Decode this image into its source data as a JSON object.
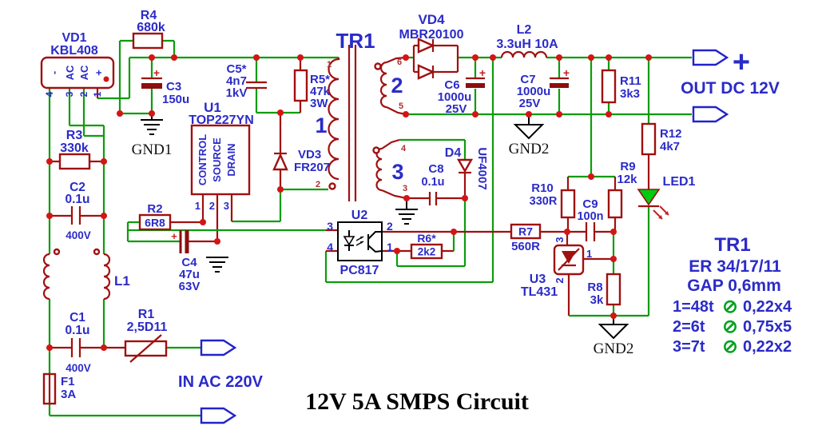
{
  "title": "12V 5A SMPS Circuit",
  "io": {
    "in": "IN AC 220V",
    "out": "OUT DC 12V",
    "out_polarity": "+"
  },
  "symbols": {
    "plus": "+"
  },
  "grounds": {
    "gnd1": "GND1",
    "gnd2_top": "GND2",
    "gnd2_bottom": "GND2"
  },
  "ics": {
    "u1": {
      "ref": "U1",
      "part": "TOP227YN",
      "pins": [
        "1",
        "2",
        "3"
      ],
      "pin_names": [
        "CONTROL",
        "SOURCE",
        "DRAIN"
      ]
    },
    "u2": {
      "ref": "U2",
      "part": "PC817",
      "pins": {
        "p3": "3",
        "p4": "4",
        "p2": "2",
        "p1": "1"
      }
    },
    "u3": {
      "ref": "U3",
      "part": "TL431",
      "pins": {
        "p3": "3",
        "p1": "1",
        "p2": "2"
      }
    },
    "vd1": {
      "ref": "VD1",
      "part": "KBL408",
      "pins": [
        "4",
        "3",
        "2",
        "1"
      ],
      "pin_names": [
        "-",
        "AC",
        "AC",
        "+"
      ]
    }
  },
  "transformer": {
    "ref": "TR1",
    "windings": {
      "w1": "1",
      "w2": "2",
      "w3": "3"
    },
    "pins": {
      "w1_top": "1",
      "w1_bot": "2",
      "w2_top": "6",
      "w2_bot": "5",
      "w3_top": "4",
      "w3_bot": "3"
    }
  },
  "components": {
    "r1": {
      "ref": "R1",
      "value": "2,5D11"
    },
    "r2": {
      "ref": "R2",
      "value": "6R8"
    },
    "r3": {
      "ref": "R3",
      "value": "330k"
    },
    "r4": {
      "ref": "R4",
      "value": "680k"
    },
    "r5": {
      "ref": "R5*",
      "value": "47k",
      "extra": "3W"
    },
    "r6": {
      "ref": "R6*",
      "value": "2k2"
    },
    "r7": {
      "ref": "R7",
      "value": "560R"
    },
    "r8": {
      "ref": "R8",
      "value": "3k"
    },
    "r9": {
      "ref": "R9",
      "value": "12k"
    },
    "r10": {
      "ref": "R10",
      "value": "330R"
    },
    "r11": {
      "ref": "R11",
      "value": "3k3"
    },
    "r12": {
      "ref": "R12",
      "value": "4k7"
    },
    "c1": {
      "ref": "C1",
      "value": "0.1u",
      "extra": "400V"
    },
    "c2": {
      "ref": "C2",
      "value": "0.1u",
      "extra": "400V"
    },
    "c3": {
      "ref": "C3",
      "value": "150u"
    },
    "c4": {
      "ref": "C4",
      "value": "47u",
      "extra": "63V"
    },
    "c5": {
      "ref": "C5*",
      "value": "4n7",
      "extra": "1kV"
    },
    "c6": {
      "ref": "C6",
      "value": "1000u",
      "extra": "25V"
    },
    "c7": {
      "ref": "C7",
      "value": "1000u",
      "extra": "25V"
    },
    "c8": {
      "ref": "C8",
      "value": "0.1u"
    },
    "c9": {
      "ref": "C9",
      "value": "100n"
    },
    "l1": {
      "ref": "L1"
    },
    "l2": {
      "ref": "L2",
      "value": "3.3uH 10A"
    },
    "f1": {
      "ref": "F1",
      "value": "3A"
    },
    "vd3": {
      "ref": "VD3",
      "value": "FR207"
    },
    "vd4": {
      "ref": "VD4",
      "value": "MBR20100"
    },
    "d4": {
      "ref": "D4",
      "value": "UF4007"
    },
    "led1": {
      "ref": "LED1"
    }
  },
  "specs": {
    "title": "TR1",
    "core": "ER 34/17/11",
    "gap": "GAP 0,6mm",
    "rows": [
      {
        "winding": "1=48t",
        "sym": "⊘",
        "wire": "0,22x4"
      },
      {
        "winding": "2=6t",
        "sym": "⊘",
        "wire": "0,75x5"
      },
      {
        "winding": "3=7t",
        "sym": "⊘",
        "wire": "0,22x2"
      }
    ]
  }
}
